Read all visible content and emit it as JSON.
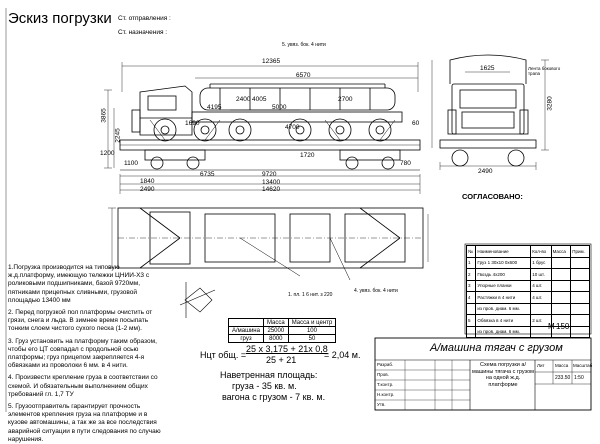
{
  "header": {
    "title": "Эскиз погрузки",
    "station_departure": "Ст. отправления :",
    "station_destination": "Ст. назначения :",
    "agreed": "СОГЛАСОВАНО:"
  },
  "dimensions_side": {
    "total_width_top": "12365",
    "d_6570": "6570",
    "d_4195": "4195",
    "d_5000": "5000",
    "d_2400": "2400",
    "d_2700": "2700",
    "d_4700": "4700",
    "d_1840": "1840",
    "d_6735": "6735",
    "d_9720": "9720",
    "d_13400": "13400",
    "d_14620": "14620",
    "d_1100": "1100",
    "d_780": "780",
    "d_1720": "1720",
    "d_2490": "2490",
    "d_2245": "2245",
    "d_3865": "3865",
    "d_1200": "1200",
    "d_1690": "1690",
    "d_60": "60",
    "d_4005": "4005"
  },
  "dimensions_front": {
    "d_1625": "1625",
    "d_3280": "3280",
    "d_2490": "2490",
    "note_tape": "Лента бокового трапа"
  },
  "callouts": {
    "c5_top": "5. увяз. бок. 4 нити",
    "c4_bottom": "4. увяз. бок. 4 нити",
    "c1_bottom": "1. пл. 1 6 нит. з 220"
  },
  "mass_table": {
    "head_mass": "Масса",
    "head_center": "Масса и центр",
    "rows": [
      {
        "name": "А/машина",
        "mass": "25000",
        "center": "100"
      },
      {
        "name": "груз",
        "mass": "8000",
        "center": "50"
      }
    ]
  },
  "notes": [
    "1.Погрузка производится на типовую ж.д.платформу, имеющую тележки ЦНИИ-Х3 с роликовыми подшипниками, базой 9720мм, пятниками прицепных сливными, грузовой площадью 13400 мм",
    "2. Перед погрузкой пол платформы очистить от грязи, снега и льда. В зимнее время посыпать тонким слоем чистого сухого песка (1-2 мм).",
    "3. Груз установить на платформу таким образом, чтобы его ЦТ совпадал с продольной осью платформы; груз прицепом закрепляется 4-я обвязками из проволоки 6 мм. в 4 нити.",
    "4. Произвести крепление груза в соответствии со схемой. И обязательным выполнением общих требований гл. 1,7 ТУ",
    "5. Грузоотправитель гарантирует прочность элементов крепления груза на платформе и в кузове автомашины, а так же за все последствия аварийной ситуации в пути следования по случаю нарушения."
  ],
  "calc": {
    "label_center": "Нцт общ. =",
    "numerator": "25 х 3,175 + 21х 0,8",
    "denominator": "25 + 21",
    "result": "= 2,04 м.",
    "leeward_title": "Наветренная площадь:",
    "leeward_cargo": "груза - 35 кв. м.",
    "leeward_wagon": "вагона с грузом - 7  кв. м."
  },
  "spec": {
    "headers": [
      "№",
      "Наименование",
      "Кол-во",
      "Масса",
      "Прим."
    ],
    "rows": [
      [
        "1",
        "Груз 1 30х10 0х600",
        "1 брус",
        "",
        ""
      ],
      [
        "2",
        "Гвоздь 4х200",
        "10 шт.",
        "",
        ""
      ],
      [
        "3",
        "Упорные планки",
        "4 шт.",
        "",
        ""
      ],
      [
        "4",
        "Растяжки в 4 нити",
        "4 шт.",
        "",
        ""
      ],
      [
        "",
        "из пров. диам. 6 мм.",
        "",
        "",
        ""
      ],
      [
        "5",
        "Обвязка в 4 нити",
        "2 шт.",
        "",
        ""
      ],
      [
        "",
        "из пров. диам. 6 мм.",
        "",
        "",
        ""
      ]
    ],
    "scale_label": "М",
    "scale_value": "1:50",
    "qty": "150"
  },
  "stamp": {
    "title": "А/машина тягач с грузом",
    "subtitle": "Схема погрузки а/машины тягача с грузом на одной ж.д. платформе",
    "lit": "Лит",
    "mass": "Масса",
    "scale": "Масштаб",
    "mass_value": "233.50",
    "scale_value": "1:50",
    "roles": [
      "Разраб.",
      "Пров.",
      "Т.контр.",
      "Н.контр.",
      "Утв."
    ]
  },
  "colors": {
    "line": "#000000",
    "background": "#ffffff"
  }
}
